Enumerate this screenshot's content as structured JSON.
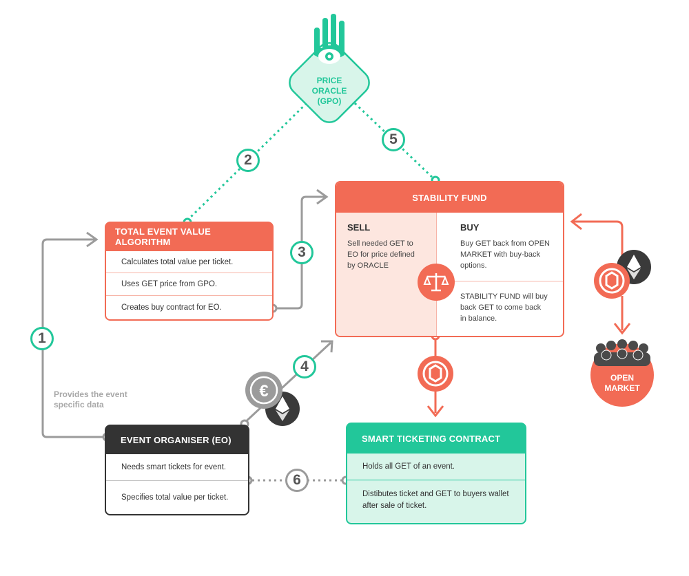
{
  "oracle": {
    "line1": "PRICE",
    "line2": "ORACLE",
    "line3": "(GPO)"
  },
  "teva": {
    "title": "TOTAL EVENT VALUE ALGORITHM",
    "rows": [
      "Calculates total value per ticket.",
      "Uses GET price from GPO.",
      "Creates buy contract for EO."
    ]
  },
  "stability": {
    "title": "STABILITY FUND",
    "sell_title": "SELL",
    "sell_text": [
      "Sell needed GET to",
      "EO for price defined",
      "by ORACLE"
    ],
    "buy_title": "BUY",
    "buy_text": [
      "Buy GET back from OPEN",
      "MARKET with buy-back",
      "options."
    ],
    "buy_note": [
      "STABILITY FUND will buy",
      "back GET to come back",
      "in balance."
    ]
  },
  "eo": {
    "title": "EVENT ORGANISER (EO)",
    "rows": [
      "Needs smart tickets for event.",
      "Specifies total value per ticket."
    ]
  },
  "stc": {
    "title": "SMART TICKETING CONTRACT",
    "rows": [
      "Holds all GET of an event."
    ],
    "row2": [
      "Distibutes ticket and GET to buyers wallet",
      "after sale of ticket."
    ]
  },
  "market": {
    "line1": "OPEN",
    "line2": "MARKET"
  },
  "note": [
    "Provides the event",
    "specific data"
  ],
  "steps": [
    "1",
    "2",
    "3",
    "4",
    "5",
    "6"
  ],
  "currency": {
    "euro_symbol": "€"
  },
  "colors": {
    "green": "#22c79a",
    "red": "#f26b55",
    "gray": "#9b9b9b",
    "dark": "#333333",
    "pink": "#fde6df",
    "mint": "#d8f5ea"
  },
  "icons": [
    "oracle-eye-icon",
    "scales-icon",
    "get-token-icon",
    "ethereum-icon",
    "euro-coin-icon",
    "crowd-icon"
  ]
}
